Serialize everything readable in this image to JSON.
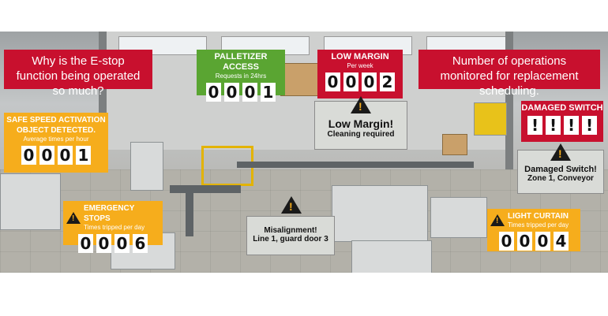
{
  "callouts": {
    "estop_question": "Why is the E-stop function being operated so much?",
    "operations_note": "Number of operations monitored for replacement scheduling.",
    "palletizer": {
      "title": "PALLETIZER ACCESS",
      "subtitle": "Requests in 24hrs",
      "digits": [
        "0",
        "0",
        "0",
        "1"
      ]
    },
    "low_margin": {
      "title": "LOW MARGIN",
      "subtitle": "Per week",
      "digits": [
        "0",
        "0",
        "0",
        "2"
      ]
    },
    "low_margin_msg": {
      "title": "Low Margin!",
      "detail": "Cleaning required"
    },
    "damaged_switch": {
      "title": "DAMAGED SWITCH",
      "digits": [
        "!",
        "!",
        "!",
        "!"
      ]
    },
    "damaged_switch_msg": {
      "title": "Damaged Switch!",
      "detail": "Zone 1, Conveyor"
    },
    "safe_speed": {
      "title": "SAFE SPEED ACTIVATION OBJECT DETECTED.",
      "subtitle": "Average times per hour",
      "digits": [
        "0",
        "0",
        "0",
        "1"
      ]
    },
    "emergency_stops": {
      "title": "EMERGENCY STOPS",
      "subtitle": "Times tripped per day",
      "digits": [
        "0",
        "0",
        "0",
        "6"
      ]
    },
    "misalignment_msg": {
      "title": "Misalignment!",
      "detail": "Line 1, guard door 3"
    },
    "light_curtain": {
      "title": "LIGHT CURTAIN",
      "subtitle": "Times tripped per day",
      "digits": [
        "0",
        "0",
        "0",
        "4"
      ]
    }
  },
  "icons": {
    "warning": "warning-triangle-icon",
    "glyph": "!"
  },
  "colors": {
    "red": "#c8102e",
    "green": "#5aa532",
    "amber": "#f6ad1c",
    "grey": "#d9dbd7"
  }
}
